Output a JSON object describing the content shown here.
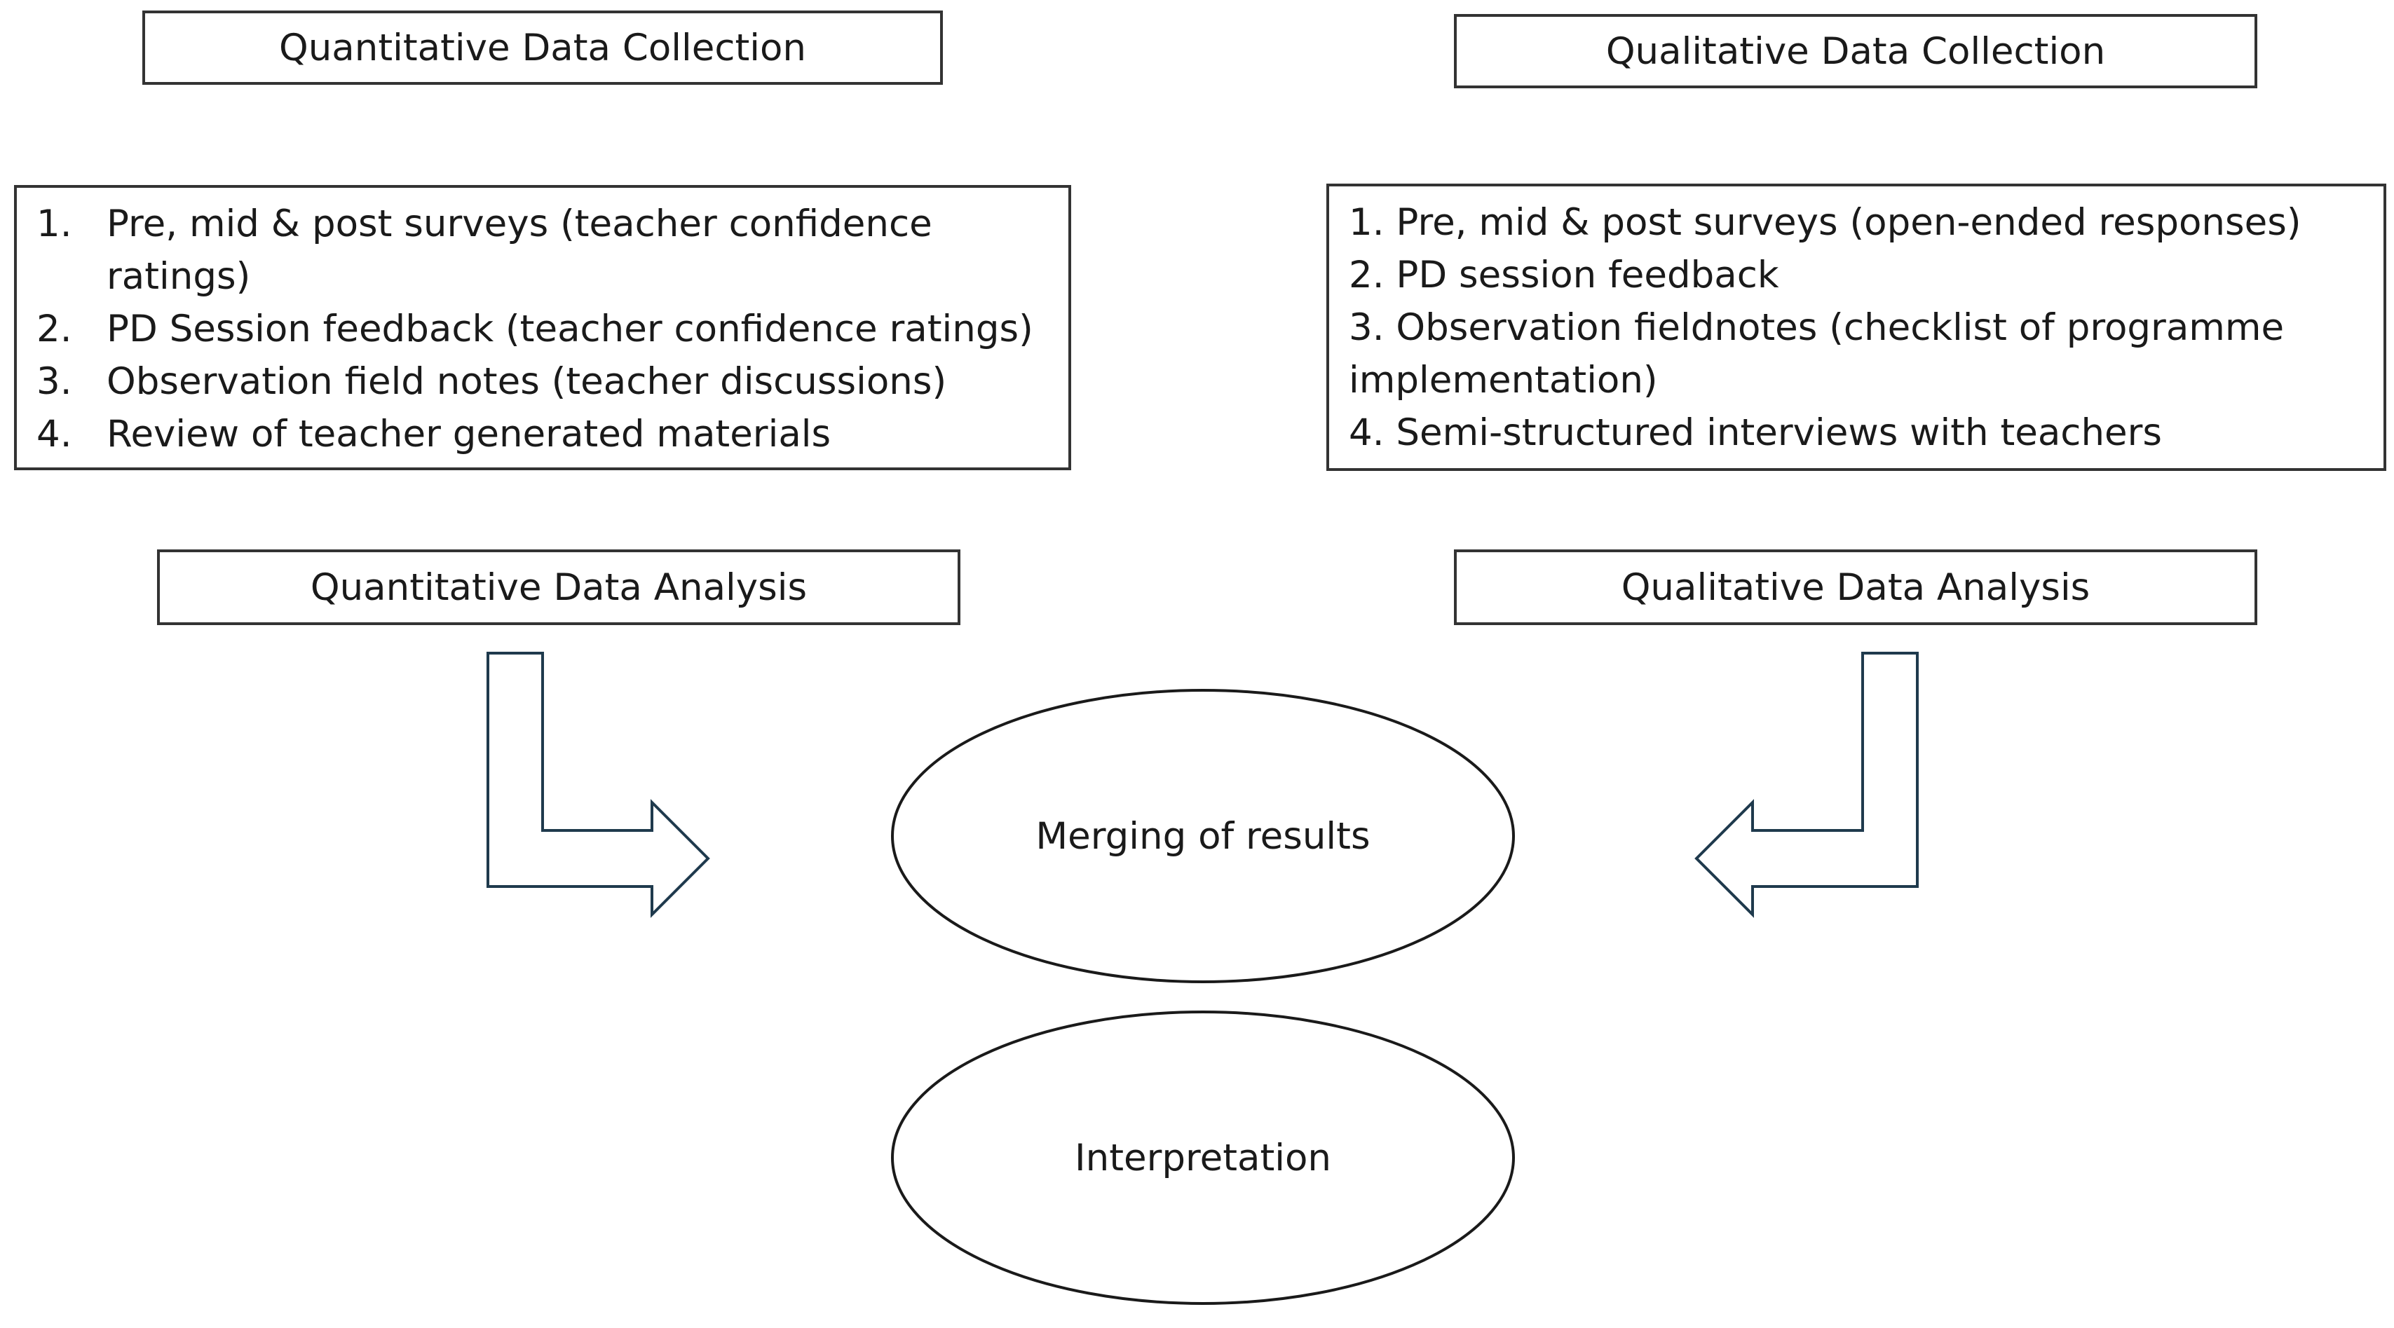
{
  "quant": {
    "collection_title": "Quantitative Data Collection",
    "items": [
      {
        "num": "1.",
        "text": "Pre, mid & post surveys (teacher confidence ratings)"
      },
      {
        "num": "2.",
        "text": "PD Session feedback (teacher confidence ratings)"
      },
      {
        "num": "3.",
        "text": "Observation field notes (teacher discussions)"
      },
      {
        "num": "4.",
        "text": "Review of teacher generated materials"
      }
    ],
    "analysis_title": "Quantitative Data Analysis"
  },
  "qual": {
    "collection_title": "Qualitative Data Collection",
    "items": [
      {
        "text": "1. Pre, mid & post surveys (open-ended responses)"
      },
      {
        "text": "2. PD session feedback"
      },
      {
        "text": "3. Observation fieldnotes (checklist of programme implementation)"
      },
      {
        "text": "4. Semi-structured interviews with teachers"
      }
    ],
    "analysis_title": "Qualitative Data Analysis"
  },
  "merge": {
    "label": "Merging of results"
  },
  "interpretation": {
    "label": "Interpretation"
  },
  "colors": {
    "box_border": "#333333",
    "arrow_stroke": "#1f3a4d"
  }
}
